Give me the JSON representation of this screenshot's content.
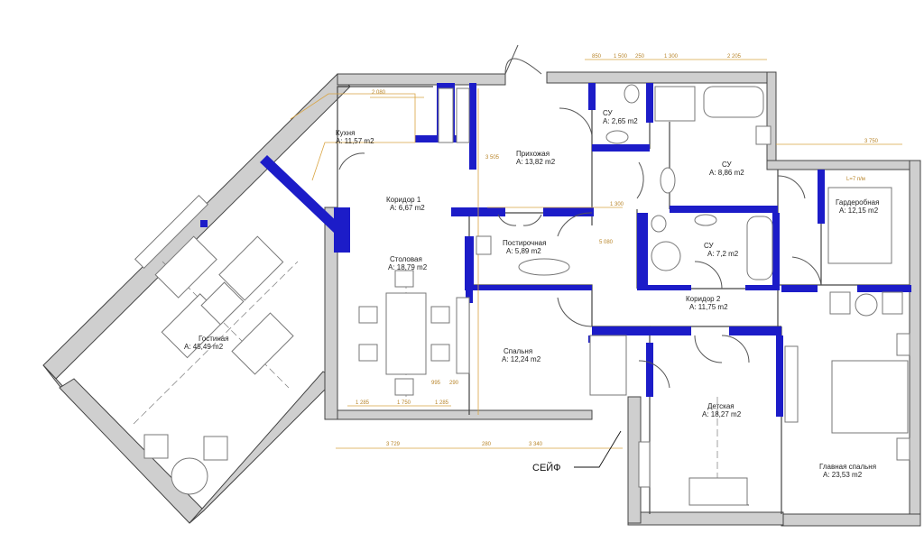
{
  "colors": {
    "wall": "#1c1cc8",
    "outer_wall": "#c8c8c8",
    "outline": "#333333",
    "dimension": "#d9a441",
    "furniture": "#777777"
  },
  "rooms": [
    {
      "key": "kitchen",
      "name": "Кухня",
      "area": "A: 11,57 m2"
    },
    {
      "key": "hall",
      "name": "Прихожая",
      "area": "A: 13,82 m2"
    },
    {
      "key": "wc1",
      "name": "СУ",
      "area": "A: 2,65 m2"
    },
    {
      "key": "wc2",
      "name": "СУ",
      "area": "A: 8,86 m2"
    },
    {
      "key": "corridor1",
      "name": "Коридор 1",
      "area": "A: 6,67 m2"
    },
    {
      "key": "laundry",
      "name": "Постирочная",
      "area": "A: 5,89 m2"
    },
    {
      "key": "dining",
      "name": "Столовая",
      "area": "A: 18,79 m2"
    },
    {
      "key": "living",
      "name": "Гостиная",
      "area": "A: 45,49 m2"
    },
    {
      "key": "bedroom",
      "name": "Спальня",
      "area": "A: 12,24 m2"
    },
    {
      "key": "wardrobe",
      "name": "Гардеробная",
      "area": "A: 12,15 m2"
    },
    {
      "key": "wc3",
      "name": "СУ",
      "area": "A: 7,2 m2"
    },
    {
      "key": "corridor2",
      "name": "Коридор 2",
      "area": "A: 11,75 m2"
    },
    {
      "key": "kids",
      "name": "Детская",
      "area": "A: 18,27 m2"
    },
    {
      "key": "master",
      "name": "Главная спальня",
      "area": "A: 23,53 m2"
    }
  ],
  "dimensions": {
    "top_1": "850",
    "top_2": "1 500",
    "top_3": "250",
    "top_4": "1 300",
    "top_5": "2 205",
    "kitchen_width": "2 080",
    "right_1": "3 750",
    "lenght_note": "L=7 п/м",
    "bottom_1": "3 729",
    "bottom_2": "280",
    "bottom_3": "3 340",
    "dining_1": "1 285",
    "dining_2": "1 750",
    "dining_3": "1 285",
    "dining_4": "995",
    "dining_5": "290",
    "corridor_1": "1 300",
    "vertical_1": "3 505",
    "vertical_2": "5 080"
  },
  "annotations": {
    "safe": "СЕЙФ"
  }
}
